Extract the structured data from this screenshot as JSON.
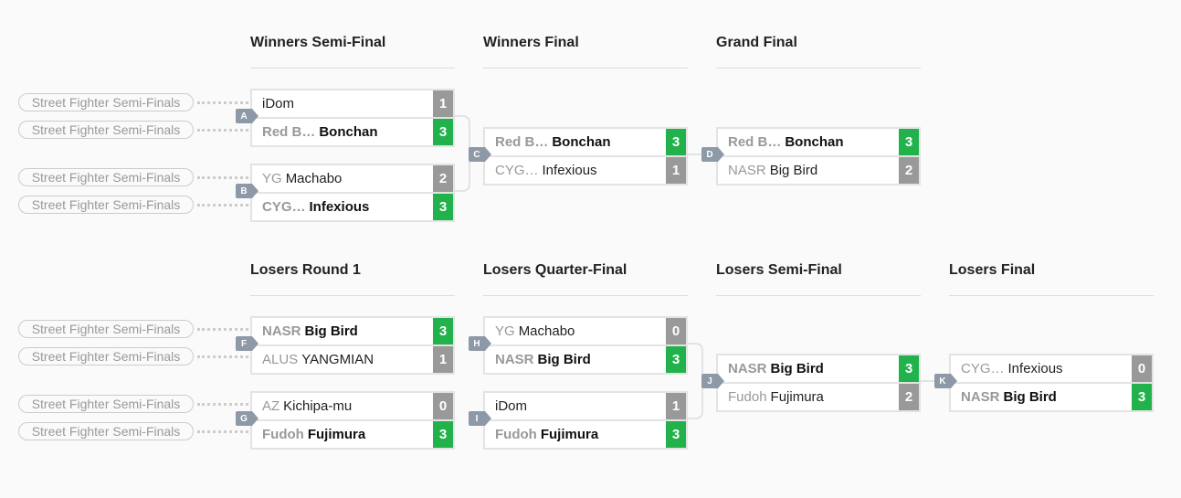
{
  "headers": {
    "winners_semi": "Winners Semi-Final",
    "winners_final": "Winners Final",
    "grand_final": "Grand Final",
    "losers_r1": "Losers Round 1",
    "losers_qf": "Losers Quarter-Final",
    "losers_semi": "Losers Semi-Final",
    "losers_final": "Losers Final"
  },
  "source_label": "Street Fighter Semi-Finals",
  "colors": {
    "win": "#21b24b",
    "loss": "#999999",
    "badge": "#8d99a6"
  },
  "matches": [
    {
      "id": "A",
      "rows": [
        {
          "prefix": "",
          "name": "iDom",
          "score": "1",
          "win": false
        },
        {
          "prefix": "Red B…",
          "name": "Bonchan",
          "score": "3",
          "win": true
        }
      ]
    },
    {
      "id": "B",
      "rows": [
        {
          "prefix": "YG",
          "name": "Machabo",
          "score": "2",
          "win": false
        },
        {
          "prefix": "CYG…",
          "name": "Infexious",
          "score": "3",
          "win": true
        }
      ]
    },
    {
      "id": "C",
      "rows": [
        {
          "prefix": "Red B…",
          "name": "Bonchan",
          "score": "3",
          "win": true
        },
        {
          "prefix": "CYG…",
          "name": "Infexious",
          "score": "1",
          "win": false
        }
      ]
    },
    {
      "id": "D",
      "rows": [
        {
          "prefix": "Red B…",
          "name": "Bonchan",
          "score": "3",
          "win": true
        },
        {
          "prefix": "NASR",
          "name": "Big Bird",
          "score": "2",
          "win": false
        }
      ]
    },
    {
      "id": "F",
      "rows": [
        {
          "prefix": "NASR",
          "name": "Big Bird",
          "score": "3",
          "win": true
        },
        {
          "prefix": "ALUS",
          "name": "YANGMIAN",
          "score": "1",
          "win": false
        }
      ]
    },
    {
      "id": "G",
      "rows": [
        {
          "prefix": "AZ",
          "name": "Kichipa-mu",
          "score": "0",
          "win": false
        },
        {
          "prefix": "Fudoh",
          "name": "Fujimura",
          "score": "3",
          "win": true
        }
      ]
    },
    {
      "id": "H",
      "rows": [
        {
          "prefix": "YG",
          "name": "Machabo",
          "score": "0",
          "win": false
        },
        {
          "prefix": "NASR",
          "name": "Big Bird",
          "score": "3",
          "win": true
        }
      ]
    },
    {
      "id": "I",
      "rows": [
        {
          "prefix": "",
          "name": "iDom",
          "score": "1",
          "win": false
        },
        {
          "prefix": "Fudoh",
          "name": "Fujimura",
          "score": "3",
          "win": true
        }
      ]
    },
    {
      "id": "J",
      "rows": [
        {
          "prefix": "NASR",
          "name": "Big Bird",
          "score": "3",
          "win": true
        },
        {
          "prefix": "Fudoh",
          "name": "Fujimura",
          "score": "2",
          "win": false
        }
      ]
    },
    {
      "id": "K",
      "rows": [
        {
          "prefix": "CYG…",
          "name": "Infexious",
          "score": "0",
          "win": false
        },
        {
          "prefix": "NASR",
          "name": "Big Bird",
          "score": "3",
          "win": true
        }
      ]
    }
  ]
}
